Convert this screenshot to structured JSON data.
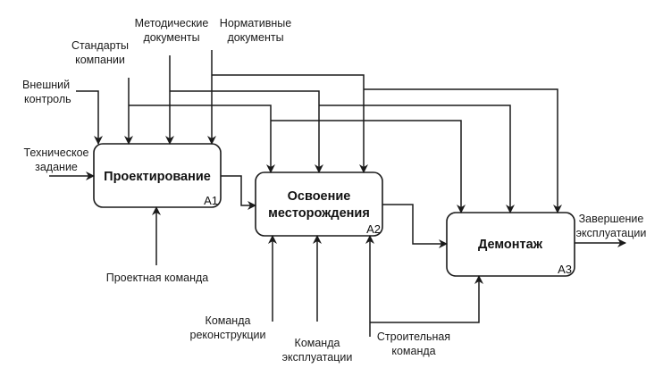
{
  "diagram": {
    "type": "IDEF0",
    "blocks": [
      {
        "id": "A1",
        "title_lines": [
          "Проектирование"
        ]
      },
      {
        "id": "A2",
        "title_lines": [
          "Освоение",
          "месторождения"
        ]
      },
      {
        "id": "A3",
        "title_lines": [
          "Демонтаж"
        ]
      }
    ],
    "labels": {
      "external_control": [
        "Внешний",
        "контроль"
      ],
      "company_standards": [
        "Стандарты",
        "компании"
      ],
      "methodical_docs": [
        "Методические",
        "документы"
      ],
      "normative_docs": [
        "Нормативные",
        "документы"
      ],
      "technical_task": [
        "Техническое",
        "задание"
      ],
      "design_team": [
        "Проектная команда"
      ],
      "reconstruction_team": [
        "Команда",
        "реконструкции"
      ],
      "operation_team": [
        "Команда",
        "эксплуатации"
      ],
      "construction_team": [
        "Строительная",
        "команда"
      ],
      "end_of_operation": [
        "Завершение",
        "эксплуатации"
      ]
    }
  }
}
